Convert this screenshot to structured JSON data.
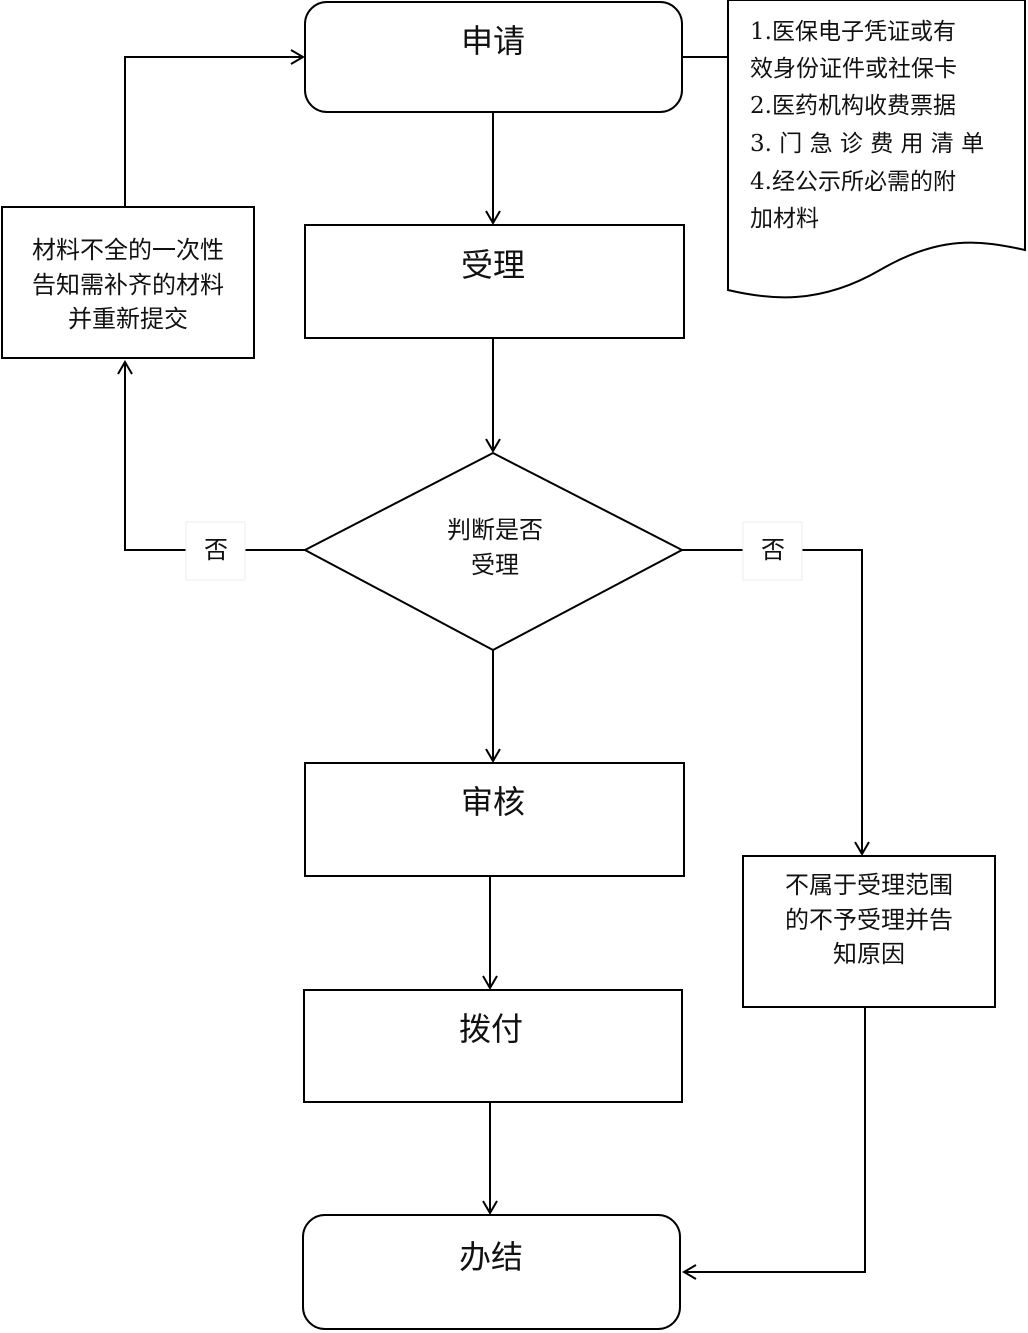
{
  "nodes": {
    "apply": "申请",
    "accept": "受理",
    "decision": [
      "判断是否",
      "受理"
    ],
    "review": "审核",
    "pay": "拨付",
    "finish": "办结",
    "resubmit": [
      "材料不全的一次性",
      "告知需补齐的材料",
      "并重新提交"
    ],
    "reject": [
      "不属于受理范围",
      "的不予受理并告",
      "知原因"
    ]
  },
  "materials": [
    "1.医保电子凭证或有",
    "效身份证件或社保卡",
    "2.医药机构收费票据",
    "3. 门 急 诊 费 用 清 单",
    "4.经公示所必需的附",
    "加材料"
  ],
  "labels": {
    "no_left": "否",
    "no_right": "否"
  }
}
